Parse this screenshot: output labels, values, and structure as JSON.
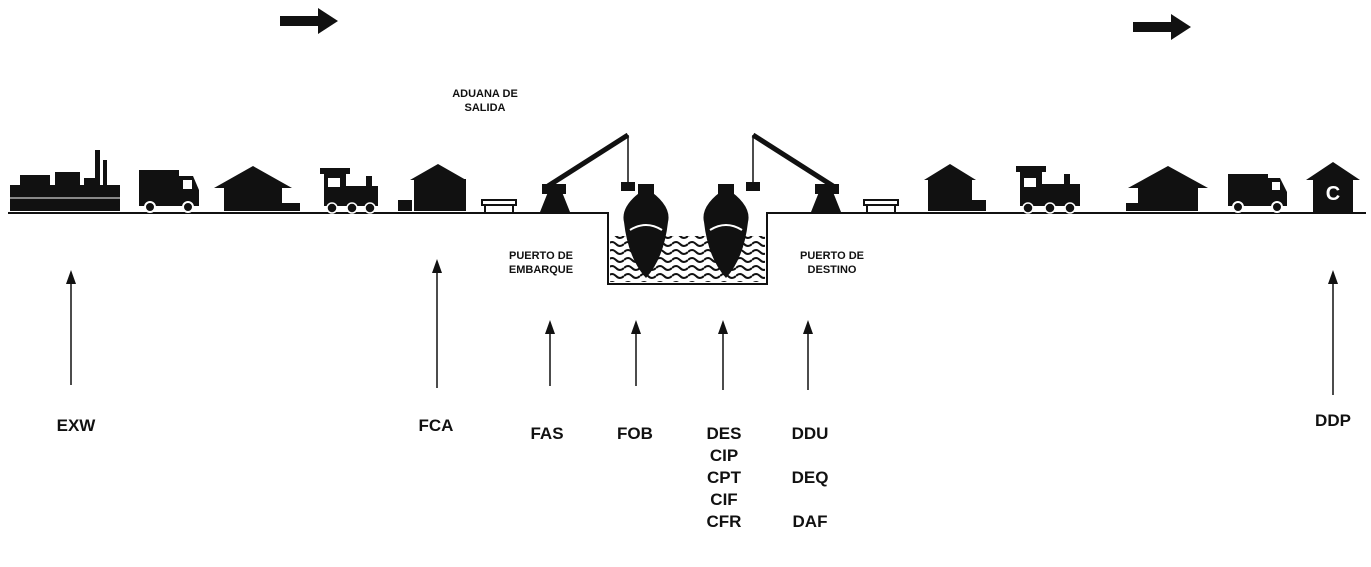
{
  "labels": {
    "customs_exit": [
      "ADUANA DE",
      "SALIDA"
    ],
    "port_of_shipment": [
      "PUERTO DE",
      "EMBARQUE"
    ],
    "port_of_destination": [
      "PUERTO DE",
      "DESTINO"
    ]
  },
  "terms": {
    "exw": "EXW",
    "fca": "FCA",
    "fas": "FAS",
    "fob": "FOB",
    "ddp": "DDP",
    "group_c": [
      "DES",
      "CIP",
      "CPT",
      "CIF",
      "CFR"
    ],
    "group_d": [
      "DDU",
      "DEQ",
      "DAF"
    ]
  },
  "icons": {
    "destination_house_letter": "C"
  },
  "colors": {
    "ink": "#111111",
    "background": "#ffffff"
  }
}
